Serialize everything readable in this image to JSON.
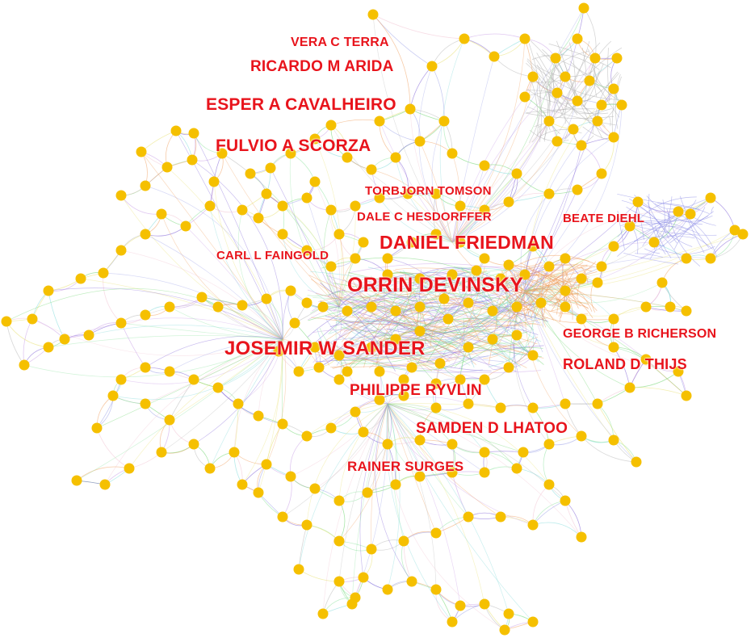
{
  "network": {
    "node_color": "#F5C000",
    "label_color": "#E8141C",
    "edge_colors": [
      "#6ad46a",
      "#8fe3a0",
      "#7ad8d8",
      "#9aa0e8",
      "#7b5cd6",
      "#c79be6",
      "#f0a060",
      "#e8e070",
      "#b8b8b8",
      "#f0c0d0"
    ],
    "labels": {
      "vera_c_terra": "VERA C TERRA",
      "ricardo_m_arida": "RICARDO M ARIDA",
      "esper_a_cavalheiro": "ESPER A CAVALHEIRO",
      "fulvio_a_scorza": "FULVIO A SCORZA",
      "torbjorn_tomson": "TORBJORN TOMSON",
      "dale_c_hesdorffer": "DALE C HESDORFFER",
      "beate_diehl": "BEATE DIEHL",
      "daniel_friedman": "DANIEL FRIEDMAN",
      "carl_l_faingold": "CARL L FAINGOLD",
      "orrin_devinsky": "ORRIN DEVINSKY",
      "george_b_richerson": "GEORGE B RICHERSON",
      "josemir_w_sander": "JOSEMIR W SANDER",
      "roland_d_thijs": "ROLAND D THIJS",
      "philippe_ryvlin": "PHILIPPE RYVLIN",
      "samden_d_lhatoo": "SAMDEN D LHATOO",
      "rainer_surges": "RAINER SURGES"
    }
  }
}
